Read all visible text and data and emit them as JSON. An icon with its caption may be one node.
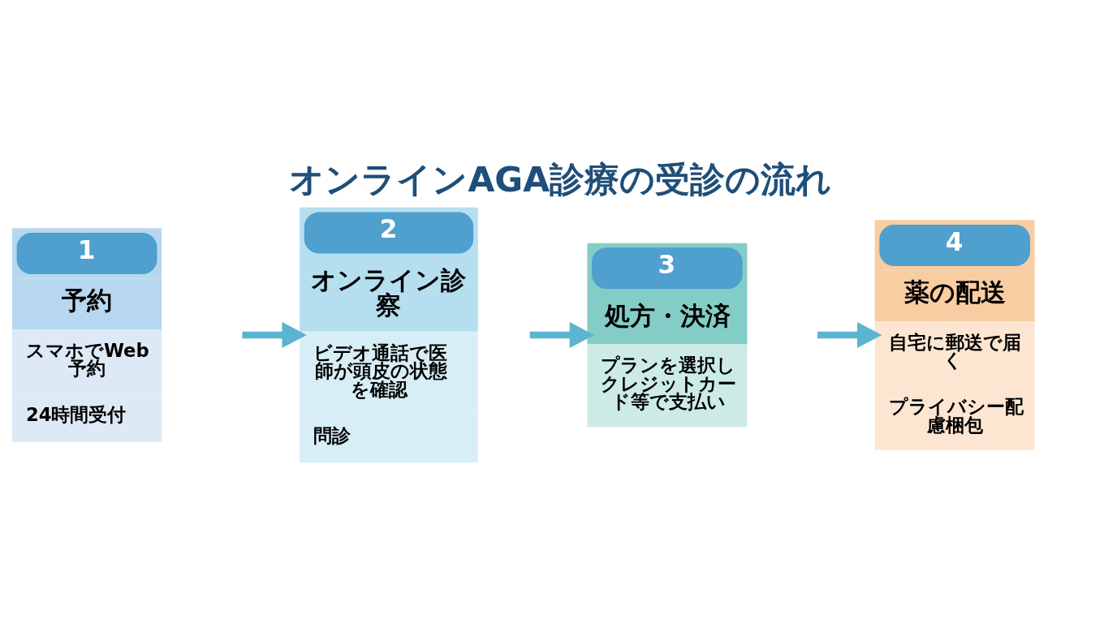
{
  "diagram": {
    "title": "オンラインAGA診療の受診の流れ",
    "nodes": [
      {
        "text": [
          "1",
          "予約",
          "スマホでWeb予約",
          "24時間受付"
        ]
      },
      {
        "text": [
          "2",
          "オンライン診察",
          "ビデオ通話で医師が頭皮の状態を確認",
          "問診"
        ]
      },
      {
        "text": [
          "3",
          "処方・決済",
          "プランを選択しクレジットカード等で支払い"
        ]
      },
      {
        "text": [
          "4",
          "薬の配送",
          "自宅に郵送で届く",
          "プライバシー配慮梱包"
        ]
      }
    ],
    "edges": [
      {
        "from": 0,
        "to": 1,
        "arrow": "to"
      },
      {
        "from": 1,
        "to": 2,
        "arrow": "to"
      },
      {
        "from": 2,
        "to": 3,
        "arrow": "to"
      }
    ]
  }
}
